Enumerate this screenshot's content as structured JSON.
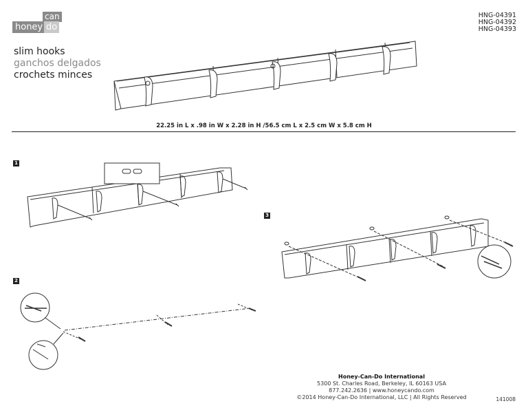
{
  "logo": {
    "can": "can",
    "honey": "honey",
    "do": "do"
  },
  "models": [
    "HNG-04391",
    "HNG-04392",
    "HNG-04393"
  ],
  "titles": {
    "en": "slim hooks",
    "es": "ganchos delgados",
    "fr": "crochets minces"
  },
  "dimensions": "22.25 in L x .98 in W x 2.28 in H /56.5 cm L x 2.5 cm W x 5.8 cm H",
  "steps": [
    "1",
    "2",
    "3"
  ],
  "footer": {
    "company": "Honey-Can-Do International",
    "address": "5300 St. Charles Road, Berkeley, IL 60163 USA",
    "contact": "877.242.2636 | www.honeycando.com",
    "copyright": "©2014 Honey-Can-Do International, LLC | All Rights Reserved"
  },
  "doc_code": "141008"
}
